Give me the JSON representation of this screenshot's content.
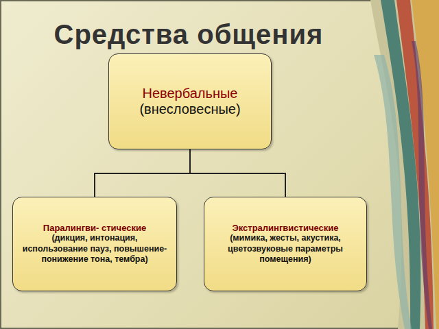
{
  "diagram": {
    "title": "Средства общения",
    "nodes": [
      {
        "text": [
          "Невербальные",
          "(внесловесные)"
        ]
      },
      {
        "text": [
          "Паралингви- стические",
          "(дикция, интонация, использование пауз, повышение-понижение тона, тембра)"
        ]
      },
      {
        "text": [
          "Экстралингвистические",
          "(мимика, жесты, акустика, цветозвуковые параметры помещения)"
        ]
      }
    ],
    "edges": [
      {
        "from": 0,
        "to": 1,
        "arrow": "none"
      },
      {
        "from": 0,
        "to": 2,
        "arrow": "none"
      }
    ]
  }
}
